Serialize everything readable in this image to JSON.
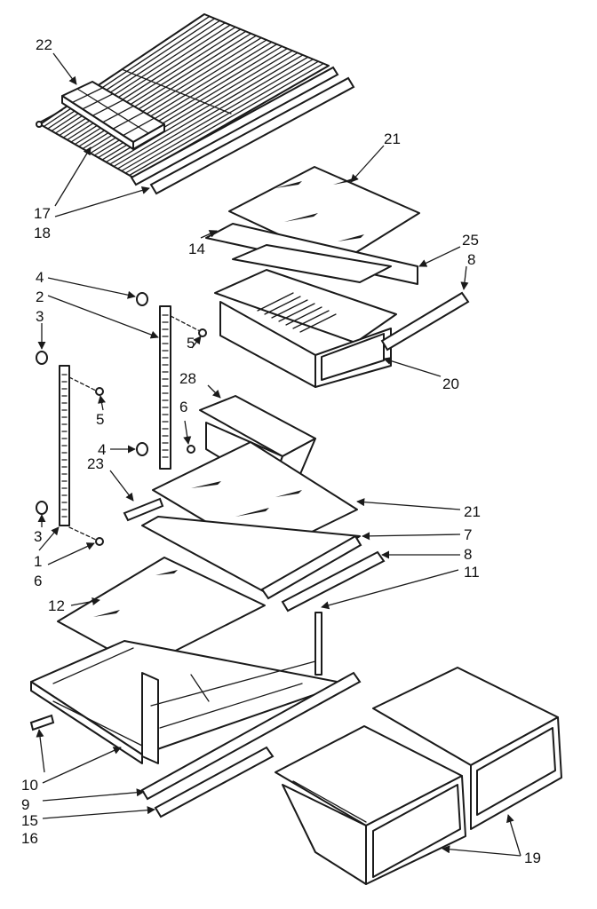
{
  "diagram": {
    "callouts": {
      "c22": "22",
      "c21a": "21",
      "c25": "25",
      "c8a": "8",
      "c17": "17",
      "c18": "18",
      "c14": "14",
      "c20": "20",
      "c4a": "4",
      "c2": "2",
      "c3a": "3",
      "c5a": "5",
      "c5b": "5",
      "c28": "28",
      "c6a": "6",
      "c4b": "4",
      "c23": "23",
      "c21b": "21",
      "c7": "7",
      "c8b": "8",
      "c3b": "3",
      "c1": "1",
      "c6b": "6",
      "c11": "11",
      "c12": "12",
      "c10": "10",
      "c9": "9",
      "c15": "15",
      "c16": "16",
      "c19": "19"
    }
  }
}
